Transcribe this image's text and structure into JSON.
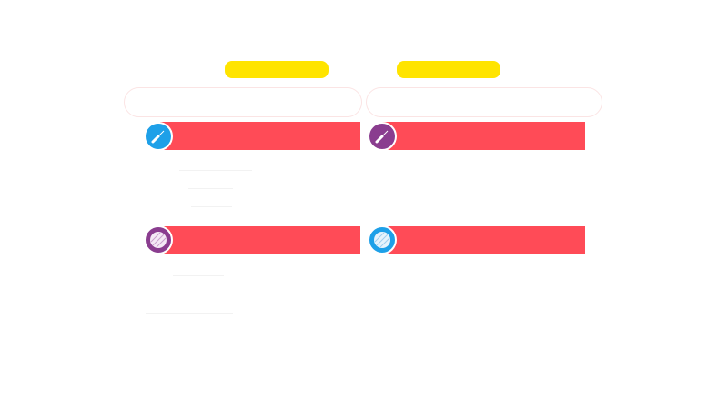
{
  "colors": {
    "yellow": "#ffe400",
    "red": "#ff4b57",
    "blue": "#1ea0e8",
    "purple": "#8a3d8f"
  },
  "columns": [
    {
      "cards": [
        {
          "icon": "screwdriver-icon",
          "circle": "blue"
        },
        {
          "icon": "striped-ball-icon",
          "circle": "purple"
        }
      ]
    },
    {
      "cards": [
        {
          "icon": "screwdriver-icon",
          "circle": "purple"
        },
        {
          "icon": "striped-ball-icon",
          "circle": "blue"
        }
      ]
    }
  ]
}
